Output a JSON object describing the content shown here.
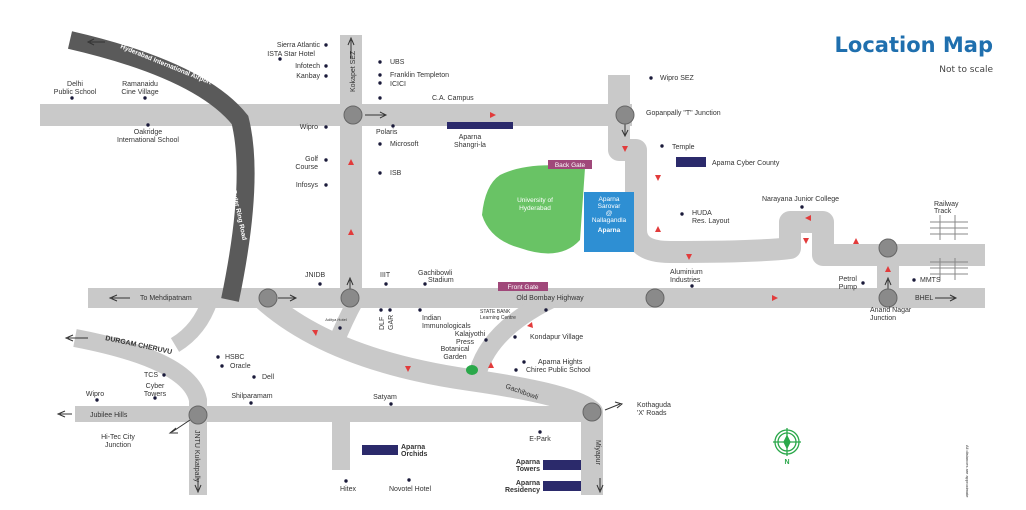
{
  "title": "Location Map",
  "subtitle": "Not to scale",
  "compass_label": "N",
  "disclaimer": "All distances are approximate",
  "roads": {
    "airport": "Hyderabad International Airport",
    "orr": "Outer Ring Road",
    "kokapet": "Kokapet SEZ",
    "obh": "Old Bombay Highway",
    "mehdipatnam": "To Mehdipatnam",
    "bhel": "BHEL",
    "durgam": "DURGAM CHERUVU",
    "jubilee": "Jubilee Hills",
    "jntu": "JNTU Kukatpally",
    "gachibowli": "Gachibowli",
    "miyapur": "Miyapur"
  },
  "places": {
    "sierra": "Sierra Atlantic",
    "ista": "ISTA Star Hotel",
    "infotech": "Infotech",
    "kanbay": "Kanbay",
    "ubs": "UBS",
    "franklin": "Franklin Templeton",
    "icici": "ICICI",
    "ca": "C.A. Campus",
    "delhi1": "Delhi",
    "delhi2": "Public School",
    "rama1": "Ramanaidu",
    "rama2": "Cine Village",
    "oak1": "Oakridge",
    "oak2": "International School",
    "wipro1": "Wipro",
    "polaris": "Polaris",
    "microsoft": "Microsoft",
    "golf1": "Golf",
    "golf2": "Course",
    "isb": "ISB",
    "infosys": "Infosys",
    "wiprosez": "Wipro SEZ",
    "gopanpally": "Gopanpally \"T\" Junction",
    "temple": "Temple",
    "huda1": "HUDA",
    "huda2": "Res. Layout",
    "narayana": "Narayana Junior College",
    "rail1": "Railway",
    "rail2": "Track",
    "alu1": "Aluminium",
    "alu2": "Industries",
    "petrol1": "Petrol",
    "petrol2": "Pump",
    "mmts": "MMTS",
    "anand1": "Anand Nagar",
    "anand2": "Junction",
    "jnidb": "JNIDB",
    "iiit": "IIIT",
    "stadium1": "Gachibowli",
    "stadium2": "Stadium",
    "uoh1": "University of",
    "uoh2": "Hyderabad",
    "dlf": "DLF",
    "gar": "GAR",
    "aditya": "Aditya Hotel",
    "imm1": "Indian",
    "imm2": "Immunologicals",
    "sbi1": "STATE BANK",
    "sbi2": "Learning Centre",
    "kala1": "Kalajyothi",
    "kala2": "Press",
    "kondapur": "Kondapur Village",
    "bot1": "Botanical",
    "bot2": "Garden",
    "hights": "Aparna Hights",
    "chirec": "Chirec Public School",
    "hsbc": "HSBC",
    "oracle": "Oracle",
    "dell": "Dell",
    "tcs": "TCS",
    "cyber1": "Cyber",
    "cyber2": "Towers",
    "wipro2": "Wipro",
    "shilparamam": "Shilparamam",
    "satyam": "Satyam",
    "kothaguda1": "Kothaguda",
    "kothaguda2": "'X' Roads",
    "hitec1": "Hi-Tec City",
    "hitec2": "Junction",
    "epark": "E-Park",
    "hitex": "Hitex",
    "novotel": "Novotel Hotel"
  },
  "projects": {
    "shangrila1": "Aparna",
    "shangrila2": "Shangri-la",
    "cyber_county": "Aparna Cyber County",
    "sarovar1": "Aparna",
    "sarovar2": "Sarovar",
    "sarovar3": "@",
    "sarovar4": "Nallagandla",
    "sarovar5": "Aparna",
    "orchids1": "Aparna",
    "orchids2": "Orchids",
    "towers1": "Aparna",
    "towers2": "Towers",
    "residency1": "Aparna",
    "residency2": "Residency"
  },
  "gates": {
    "back": "Back Gate",
    "front": "Front Gate"
  },
  "colors": {
    "title": "#1f6fae",
    "road": "#c9c9c9",
    "orr": "#5a5a5a",
    "project": "#2b2a6b",
    "arrow": "#e23b3b",
    "gate": "#a0487a",
    "green": "#3cae4a"
  }
}
